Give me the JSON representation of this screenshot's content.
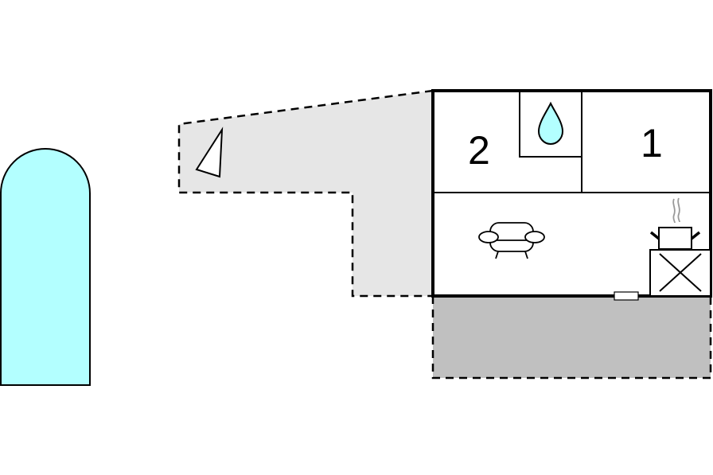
{
  "diagram": {
    "type": "floor-plan",
    "colors": {
      "background": "#ffffff",
      "pool": "#b3ffff",
      "terrace_light": "#e6e6e6",
      "terrace_dark": "#c0c0c0",
      "wall": "#000000",
      "water_drop": "#b3ffff",
      "steam": "#999999"
    },
    "rooms": [
      {
        "id": "bedroom-2",
        "label": "2"
      },
      {
        "id": "bedroom-1",
        "label": "1"
      },
      {
        "id": "bathroom",
        "icon": "water-drop-icon"
      },
      {
        "id": "living-room",
        "icon": "sofa-icon"
      },
      {
        "id": "kitchen",
        "icon": "cooking-pot-icon"
      }
    ],
    "features": [
      {
        "id": "pool",
        "shape": "rounded-arch"
      },
      {
        "id": "terrace-upper",
        "style": "dashed-outline",
        "icon": "sail-shade-icon"
      },
      {
        "id": "terrace-lower",
        "style": "dashed-outline"
      },
      {
        "id": "entrance-door",
        "shape": "rectangle"
      },
      {
        "id": "stove",
        "icon": "stove-x-icon"
      }
    ]
  }
}
